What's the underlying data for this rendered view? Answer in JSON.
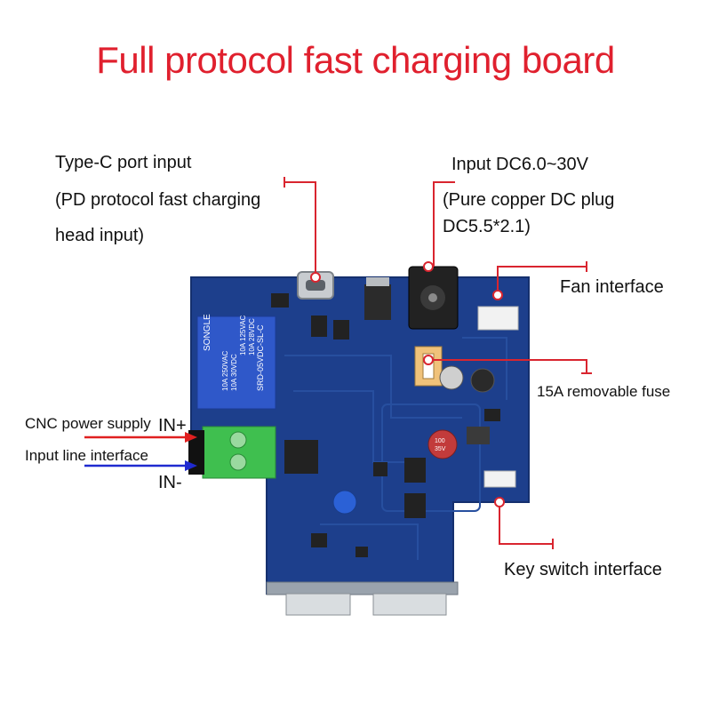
{
  "title": "Full protocol fast charging board",
  "labels": {
    "typec_line1": "Type-C port input",
    "typec_line2": "(PD protocol fast charging",
    "typec_line3": "head input)",
    "dc_line1": "Input DC6.0~30V",
    "dc_line2": "(Pure copper DC plug",
    "dc_line3": "DC5.5*2.1)",
    "fan": "Fan interface",
    "fuse": "15A removable fuse",
    "cnc_line1": "CNC power supply",
    "cnc_line2": "Input line interface",
    "in_plus": "IN+",
    "in_minus": "IN-",
    "key_switch": "Key switch interface"
  },
  "relay_text": {
    "brand": "SONGLE",
    "model": "SRD-05VDC-SL-C",
    "rating1": "10A 250VAC",
    "rating2": "10A 125VAC",
    "rating3": "10A 30VDC",
    "rating4": "10A 28VDC"
  },
  "capacitor_text": {
    "cap1": "100",
    "cap2": "35V"
  },
  "colors": {
    "title": "#e0202e",
    "pointer": "#d9252f",
    "board": "#1d3f8c",
    "relay": "#2f58c9",
    "terminal": "#3fbf4f",
    "arrow_in": "#e02020",
    "arrow_out": "#1f2ad0"
  }
}
